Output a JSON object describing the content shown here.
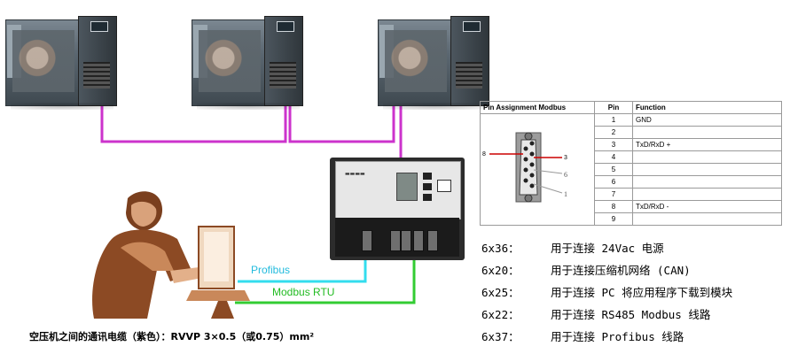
{
  "pin_table": {
    "headers": [
      "Pin Assignment Modbus",
      "Pin",
      "Function"
    ],
    "rows": [
      {
        "pin": "1",
        "function": "GND"
      },
      {
        "pin": "2",
        "function": ""
      },
      {
        "pin": "3",
        "function": "TxD/RxD +"
      },
      {
        "pin": "4",
        "function": ""
      },
      {
        "pin": "5",
        "function": ""
      },
      {
        "pin": "6",
        "function": ""
      },
      {
        "pin": "7",
        "function": ""
      },
      {
        "pin": "8",
        "function": "TxD/RxD -"
      },
      {
        "pin": "9",
        "function": ""
      }
    ],
    "diagram_labels": [
      "8",
      "3",
      "6",
      "1"
    ]
  },
  "connections": [
    {
      "code": "6x36：",
      "desc": "用于连接 24Vac 电源"
    },
    {
      "code": "6x20：",
      "desc": "用于连接压缩机网络 (CAN)"
    },
    {
      "code": "6x25：",
      "desc": "用于连接 PC 将应用程序下载到模块"
    },
    {
      "code": "6x22：",
      "desc": "用于连接 RS485 Modbus 线路"
    },
    {
      "code": "6x37：",
      "desc": "用于连接 Profibus 线路"
    }
  ],
  "wires": {
    "profibus_label": "Profibus",
    "modbus_label": "Modbus RTU",
    "colors": {
      "network": "#cc33cc",
      "profibus": "#33ddee",
      "modbus": "#33cc33"
    }
  },
  "caption": "空压机之间的通讯电缆（紫色）：RVVP 3×0.5（或0.75）mm²"
}
